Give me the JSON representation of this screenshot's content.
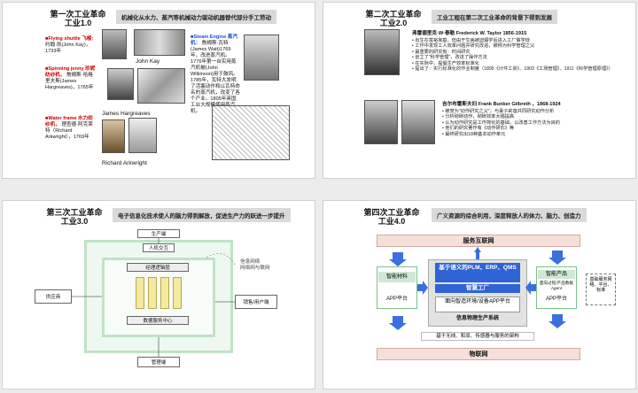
{
  "slide1": {
    "title_line1": "第一次工业革命",
    "title_line2": "工业1.0",
    "subtitle": "机械化从水力、蒸汽等机械动力驱动机器替代部分手工劳动",
    "items": [
      {
        "name": "■Flying shuttle 飞梭:",
        "desc": "约翰·凯(John Kay)，1733年"
      },
      {
        "name": "■Spinning jenny 珍妮纺纱机，",
        "desc": "詹姆斯·哈格里夫斯(James Hargreaves)，1765年"
      },
      {
        "name": "■Water frame 水力纺纱机，",
        "desc": "理查德·阿克莱特（Richard Arkwright），1769年"
      }
    ],
    "steam_title": "■Steam Engine 蒸汽机：",
    "steam_desc": "詹姆斯·瓦特(James Watt)1769年，改进蒸汽机。1776年第一台实用蒸汽机被(John Wilkinson)用于鼓风。1785年，瓦特大发明了活塞动作和以瓦特命名的蒸汽机，改变了各个产业。1805年英国工业大规模使用蒸汽机。",
    "photo_labels": [
      "John Kay",
      "James Hargreaves",
      "Richard Arkwright"
    ]
  },
  "slide2": {
    "title_line1": "第二次工业革命",
    "title_line2": "工业2.0",
    "subtitle": "工业工程在第二次工业革命的背景下得到发展",
    "person1_name": "弗雷德里克·W·泰勒  Frederick W. Taylor 1856-1915",
    "person1_bullets": [
      "出生在富裕家庭，但由于生病被迫辍学后进入工厂做学徒",
      "工作中发现工人效率问题并研究改进，被称为科学管理之父",
      "最重要的研究有：时间研究",
      "创立了\"科学管理\"，改进了操作方法",
      "在实际中，提倡生产效率标准化",
      "提出了：实行标准化的作业制度（1895《计件工资》、1903《工场管理》、1911《科学管理原理》）"
    ],
    "person2_name": "吉尔布雷斯夫妇 Frank Bunker Gilbreth ，1868-1924",
    "person2_bullets": [
      "被誉为\"动作研究之父\"，与妻子莉莲共同研究动作分析",
      "分析砌砖动作，砌砖效率大幅提高",
      "认为动作研究是工作简化的基础，以改善工作方法为目的",
      "他们的研究著作有《动作研究》等",
      "最终研究出18种基本动作单元"
    ]
  },
  "slide3": {
    "title_line1": "第三次工业革命",
    "title_line2": "工业3.0",
    "subtitle": "电子信息化技术使人的脑力得到解放，促进生产力的跃进一步提升",
    "boxes": {
      "producer": "生产端",
      "human_interface": "人机交互",
      "business_logic": "经理逻辑层",
      "data_center": "数据服务中心",
      "supplier": "供应商",
      "customer": "销售/用户端",
      "manager": "管理端",
      "note": "信息网络\n网络网与联网"
    }
  },
  "slide4": {
    "title_line1": "第四次工业革命",
    "title_line2": "工业4.0",
    "subtitle": "广义资源的综合利用，深度释放人的体力、脑力、创造力",
    "top_band": "服务互联网",
    "bottom_band": "物联网",
    "center_title": "基于语义的PLM、ERP、QMS",
    "smart_factory": "智慧工厂",
    "center_app": "面向智造环境/设备APP平台",
    "cps": "信息物理生产系统",
    "left_title": "智能材料",
    "left_app": "APP平台",
    "right_title": "智能产品",
    "right_sub": "面向过程/产品数据Agent",
    "right_app": "APP平台",
    "side_note": "基础服务网络、平台、标准",
    "bottom_note": "基于无线、和双、传感器与服务的架构"
  }
}
